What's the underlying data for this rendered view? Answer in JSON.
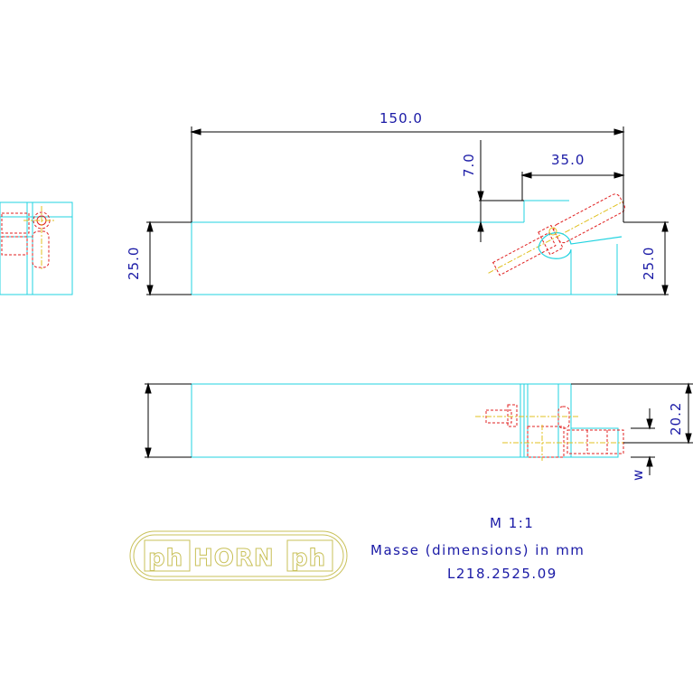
{
  "colors": {
    "dimension": "#000000",
    "body_outline": "#22d3e0",
    "hidden_part": "#e02020",
    "axis": "#e0c020",
    "text": "#1a1aa6",
    "logo": "#c9c15a"
  },
  "dimensions": {
    "total_length": "150.0",
    "height_left": "25.0",
    "height_right": "25.0",
    "head_length": "35.0",
    "step_height": "7.0",
    "width_top_view": "20.2",
    "w_label": "w"
  },
  "notes": {
    "scale": "M 1:1",
    "units": "Masse (dimensions) in mm",
    "part_number": "L218.2525.09"
  },
  "logo": {
    "left_mark": "ph",
    "brand": "HORN",
    "right_mark": "ph"
  }
}
